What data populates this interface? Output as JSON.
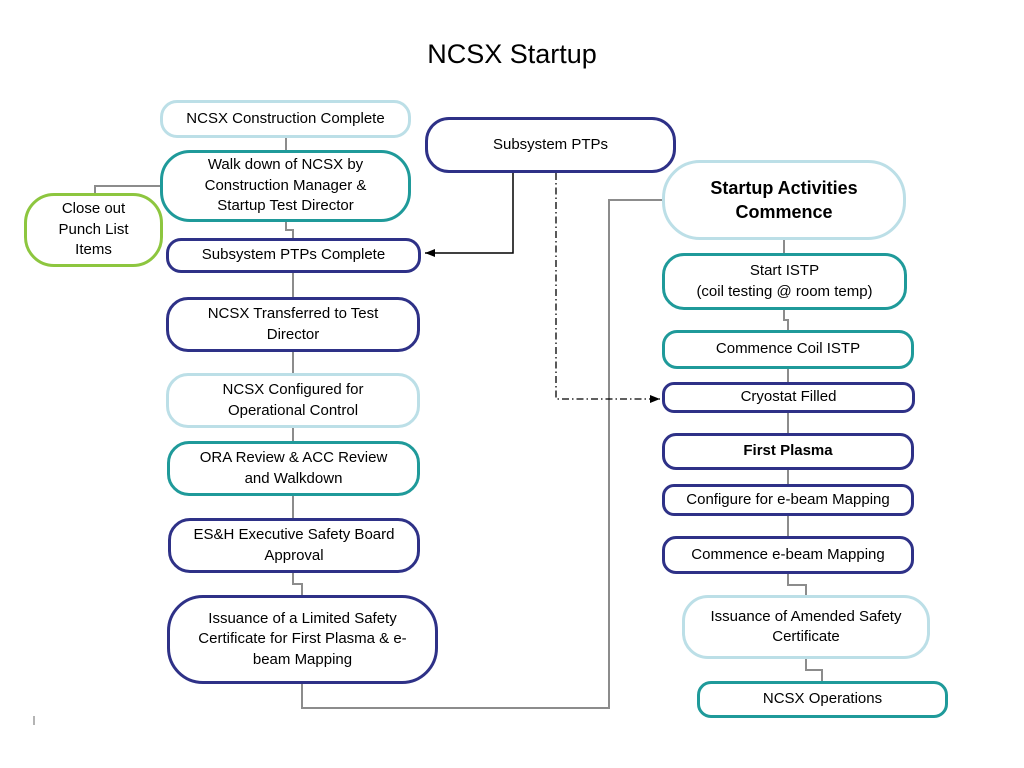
{
  "title": "NCSX Startup",
  "colors": {
    "navy_border": "#2e3187",
    "teal_border": "#1f9a9a",
    "light_blue_border": "#bcdfe7",
    "lime_border": "#8dc63f",
    "connector": "#8c8c8c",
    "arrow": "#000000"
  },
  "nodes": {
    "construction_complete": [
      "NCSX Construction Complete"
    ],
    "walkdown": [
      "Walk down of NCSX by",
      "Construction Manager &",
      "Startup Test Director"
    ],
    "close_out": [
      "Close out",
      "Punch List",
      "Items"
    ],
    "subsystem_ptps_complete": [
      "Subsystem PTPs Complete"
    ],
    "transferred": [
      "NCSX Transferred to Test",
      "Director"
    ],
    "configured": [
      "NCSX Configured for",
      "Operational Control"
    ],
    "ora_review": [
      "ORA Review & ACC Review",
      "and Walkdown"
    ],
    "esh_approval": [
      "ES&H Executive Safety Board",
      "Approval"
    ],
    "limited_certificate": [
      "Issuance of a Limited Safety",
      "Certificate for First Plasma & e-",
      "beam Mapping"
    ],
    "subsystem_ptps": [
      "Subsystem PTPs"
    ],
    "startup_commence": [
      "Startup Activities",
      "Commence"
    ],
    "start_istp": [
      "Start ISTP",
      "(coil testing @ room temp)"
    ],
    "commence_coil_istp": [
      "Commence Coil ISTP"
    ],
    "cryostat_filled": [
      "Cryostat Filled"
    ],
    "first_plasma": [
      "First Plasma"
    ],
    "configure_ebeam": [
      "Configure for e-beam Mapping"
    ],
    "commence_ebeam": [
      "Commence e-beam Mapping"
    ],
    "amended_certificate": [
      "Issuance of Amended Safety",
      "Certificate"
    ],
    "ncsx_operations": [
      "NCSX Operations"
    ]
  }
}
